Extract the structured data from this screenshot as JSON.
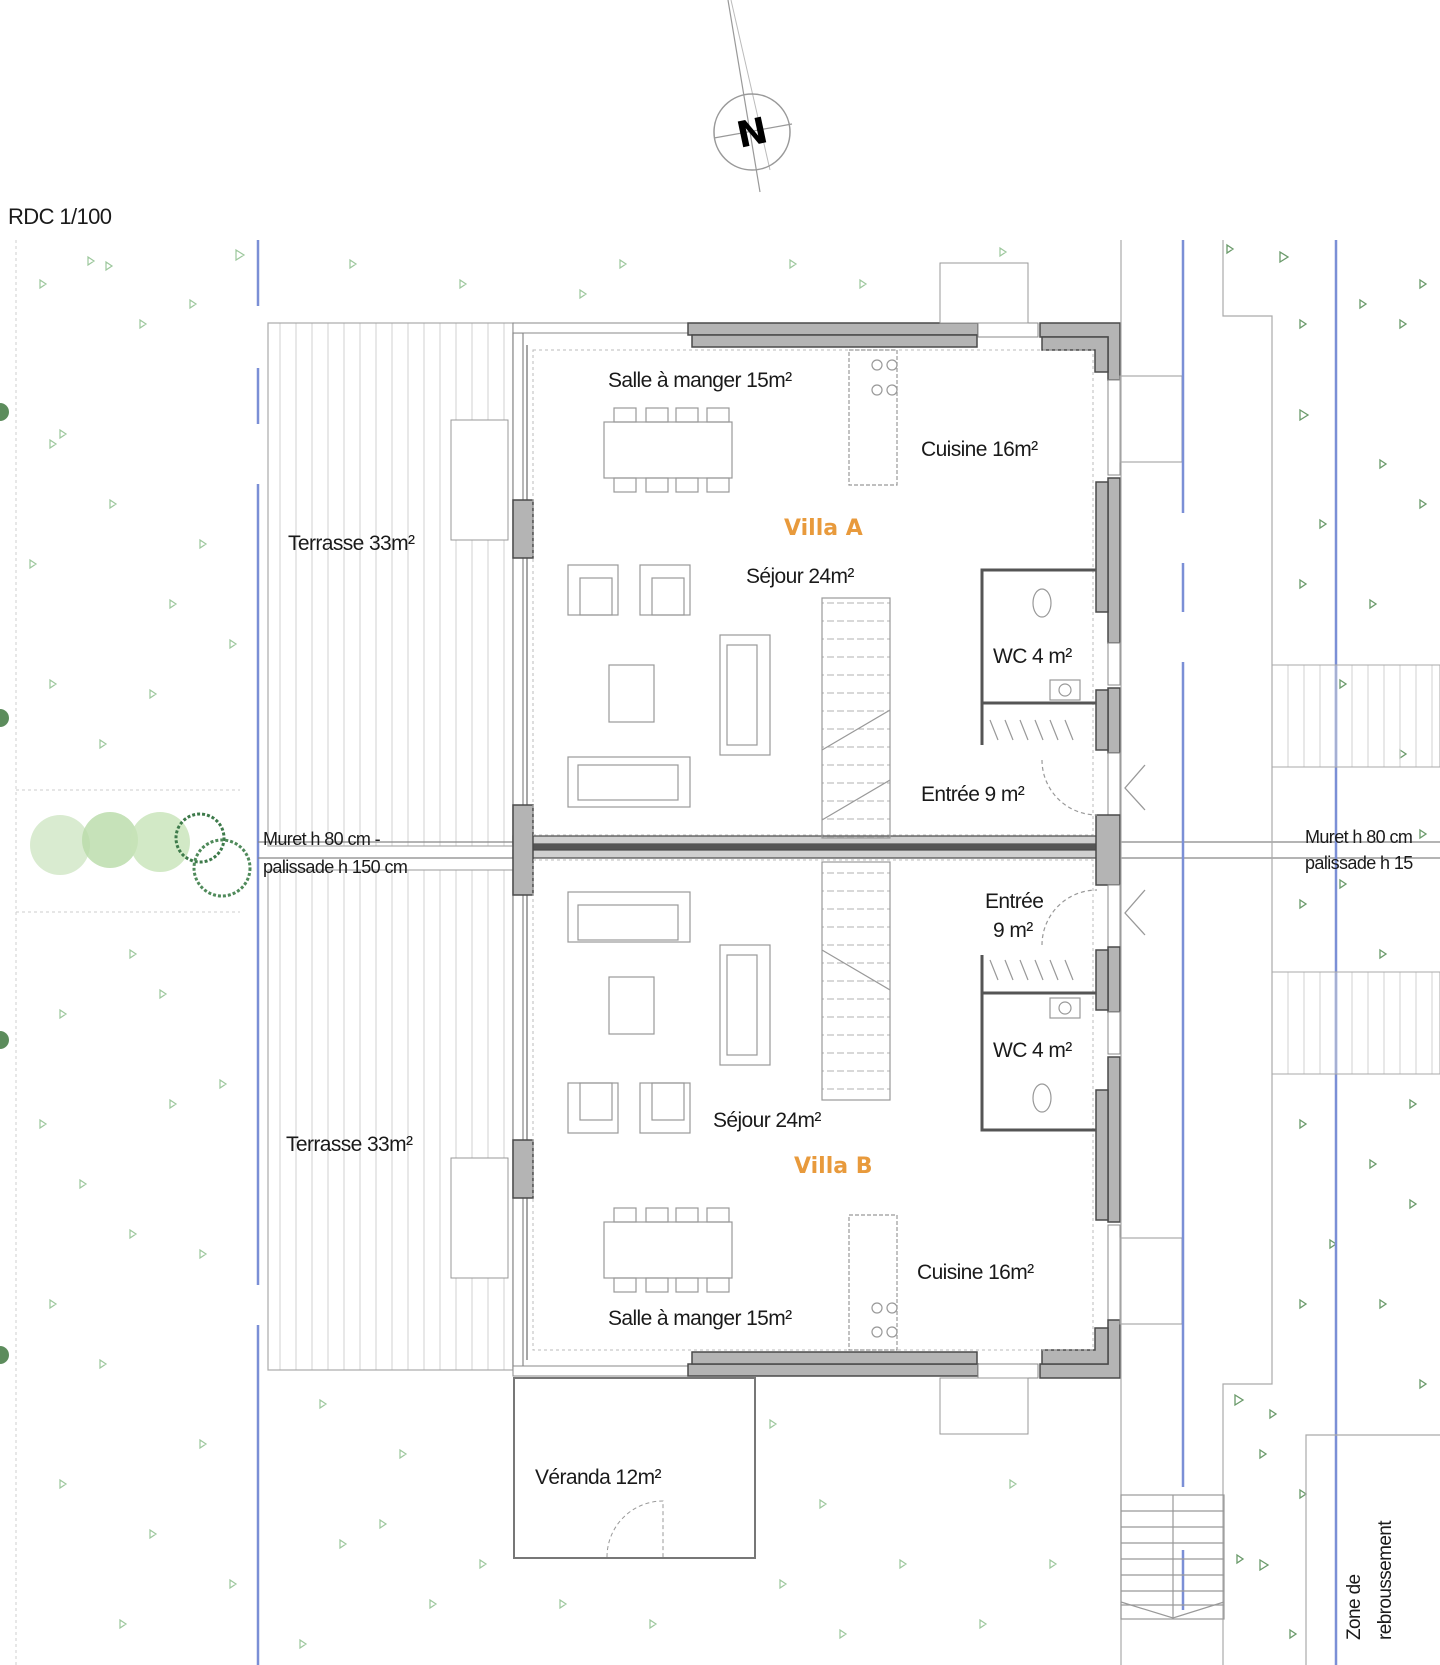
{
  "title": "RDC 1/100",
  "compass": {
    "label": "N"
  },
  "colors": {
    "villa_label": "#e89a3c",
    "wall_fill": "#b4b4b4",
    "wall_stroke": "#4a4a4a",
    "property_line": "#7b8fd6",
    "vegetation": "#7fb07f",
    "line": "#9a9a9a"
  },
  "villa_a": {
    "name": "Villa A",
    "rooms": {
      "dining": "Salle à manger 15m²",
      "kitchen": "Cuisine 16m²",
      "living": "Séjour 24m²",
      "wc": "WC 4 m²",
      "entry": "Entrée 9 m²",
      "terrace": "Terrasse 33m²"
    }
  },
  "villa_b": {
    "name": "Villa B",
    "rooms": {
      "dining": "Salle à manger 15m²",
      "kitchen": "Cuisine 16m²",
      "living": "Séjour 24m²",
      "wc": "WC 4 m²",
      "entry_line1": "Entrée",
      "entry_line2": "9 m²",
      "terrace": "Terrasse 33m²",
      "veranda": "Véranda 12m²"
    }
  },
  "annotations": {
    "wall_left_line1": "Muret h 80 cm -",
    "wall_left_line2": "palissade h 150 cm",
    "wall_right_line1": "Muret h 80 cm",
    "wall_right_line2": "palissade h 15",
    "turnaround_line1": "Zone de",
    "turnaround_line2": "rebroussement"
  }
}
